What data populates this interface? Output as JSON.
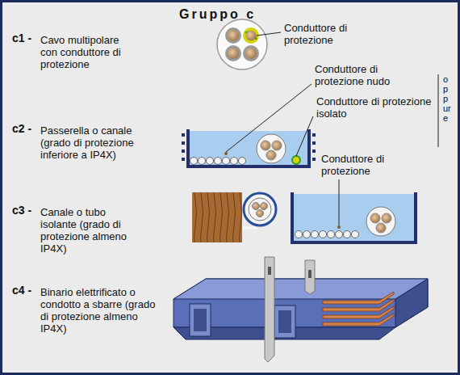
{
  "diagram": {
    "title": "Gruppo c",
    "labels": [
      "c1 -",
      "Cavo multipolare con conduttore di protezione",
      "Conduttore di protezione",
      "c2 -",
      "Passerella o canale (grado di protezione inferiore a IP4X)",
      "Conduttore di protezione nudo",
      "Conduttore di protezione isolato",
      "oppure",
      "c3 -",
      "Canale o tubo isolante (grado di protezione almeno IP4X)",
      "Conduttore di protezione",
      "c4 -",
      "Binario elettrificato o condotto a sbarre (grado di protezione almeno IP4X)"
    ]
  }
}
